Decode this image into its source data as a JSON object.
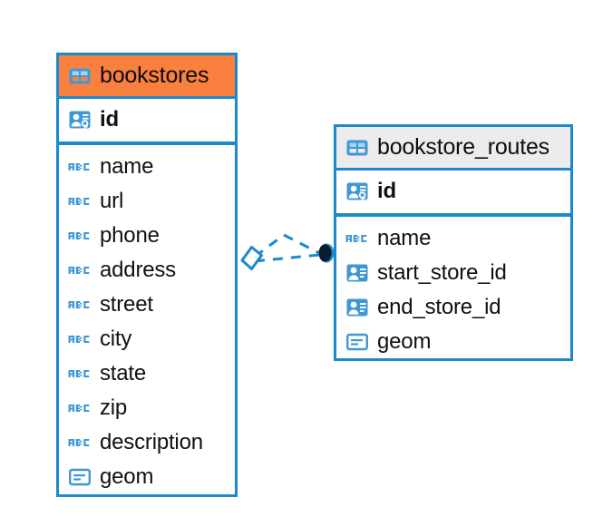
{
  "diagram": {
    "type": "entity-relationship-diagram",
    "background": "#ffffff",
    "colors": {
      "border": "#1c8aca",
      "icon_blue": "#3f97d3",
      "header_accent": "#f9803f",
      "header_neutral": "#ececec",
      "connector": "#1c8aca",
      "connector_dot": "#0d1b2a",
      "text": "#111111"
    },
    "entities": [
      {
        "id": "bookstores",
        "title": "bookstores",
        "header_style": "accent",
        "table_icon": "table-icon",
        "primary_key": {
          "name": "id",
          "icon": "primary-key-icon"
        },
        "fields": [
          {
            "name": "name",
            "icon": "text-abc-icon"
          },
          {
            "name": "url",
            "icon": "text-abc-icon"
          },
          {
            "name": "phone",
            "icon": "text-abc-icon"
          },
          {
            "name": "address",
            "icon": "text-abc-icon"
          },
          {
            "name": "street",
            "icon": "text-abc-icon"
          },
          {
            "name": "city",
            "icon": "text-abc-icon"
          },
          {
            "name": "state",
            "icon": "text-abc-icon"
          },
          {
            "name": "zip",
            "icon": "text-abc-icon"
          },
          {
            "name": "description",
            "icon": "text-abc-icon"
          },
          {
            "name": "geom",
            "icon": "geometry-icon"
          }
        ]
      },
      {
        "id": "bookstore_routes",
        "title": "bookstore_routes",
        "header_style": "neutral",
        "table_icon": "table-icon",
        "primary_key": {
          "name": "id",
          "icon": "primary-key-icon"
        },
        "fields": [
          {
            "name": "name",
            "icon": "text-abc-icon"
          },
          {
            "name": "start_store_id",
            "icon": "foreign-key-icon"
          },
          {
            "name": "end_store_id",
            "icon": "foreign-key-icon"
          },
          {
            "name": "geom",
            "icon": "geometry-icon"
          }
        ]
      }
    ],
    "relationship": {
      "from": "bookstores",
      "to": "bookstore_routes",
      "line_style": "dashed",
      "source_marker": "rhombus",
      "target_marker": "filled-circle"
    }
  }
}
